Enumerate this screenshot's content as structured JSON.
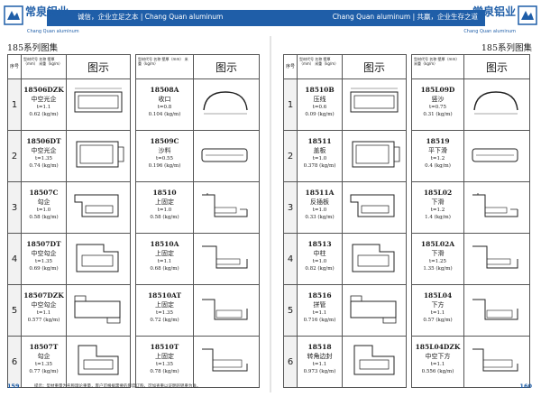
{
  "header": {
    "logo_cn": "常泉铝业",
    "logo_en": "Chang Quan aluminum",
    "left_slogan": "诚信，企业立足之本 | Chang Quan aluminum",
    "right_slogan": "Chang Quan aluminum | 共赢，企业生存之道"
  },
  "series_title": "185系列图集",
  "table_header": {
    "no": "序号",
    "info": "型材代号 名称 壁厚（mm） 米重（kg/m）",
    "drawing": "图示"
  },
  "pages": [
    {
      "page_number": "159",
      "footnote": "提示：型材重量为名称理论重量，客户可根据需要的厚度订购，可加查重以证明的铝重为准。",
      "columns": [
        [
          {
            "no": "1",
            "code": "18506DZK",
            "name": "中空光企",
            "t": "t=1.1",
            "w": "0.62 (kg/m)"
          },
          {
            "no": "2",
            "code": "18506DT",
            "name": "中空光企",
            "t": "t=1.35",
            "w": "0.74 (kg/m)"
          },
          {
            "no": "3",
            "code": "18507C",
            "name": "勾企",
            "t": "t=1.0",
            "w": "0.58 (kg/m)"
          },
          {
            "no": "4",
            "code": "18507DT",
            "name": "中空勾企",
            "t": "t=1.35",
            "w": "0.69 (kg/m)"
          },
          {
            "no": "5",
            "code": "18507DZK",
            "name": "中空勾企",
            "t": "t=1.1",
            "w": "0.577 (kg/m)"
          },
          {
            "no": "6",
            "code": "18507T",
            "name": "勾企",
            "t": "t=1.35",
            "w": "0.77 (kg/m)"
          }
        ],
        [
          {
            "code": "18508A",
            "name": "收口",
            "t": "t=0.8",
            "w": "0.104 (kg/m)"
          },
          {
            "code": "18509C",
            "name": "沙料",
            "t": "t=0.55",
            "w": "0.196 (kg/m)"
          },
          {
            "code": "18510",
            "name": "上固定",
            "t": "t=1.0",
            "w": "0.58 (kg/m)"
          },
          {
            "code": "18510A",
            "name": "上固定",
            "t": "t=1.1",
            "w": "0.68 (kg/m)"
          },
          {
            "code": "18510AT",
            "name": "上固定",
            "t": "t=1.35",
            "w": "0.72 (kg/m)"
          },
          {
            "code": "18510T",
            "name": "上固定",
            "t": "t=1.35",
            "w": "0.78 (kg/m)"
          }
        ]
      ]
    },
    {
      "page_number": "160",
      "columns": [
        [
          {
            "no": "1",
            "code": "18510B",
            "name": "压线",
            "t": "t=0.6",
            "w": "0.09 (kg/m)"
          },
          {
            "no": "2",
            "code": "18511",
            "name": "盖板",
            "t": "t=1.0",
            "w": "0.378 (kg/m)"
          },
          {
            "no": "3",
            "code": "18511A",
            "name": "反插板",
            "t": "t=1.0",
            "w": "0.33 (kg/m)"
          },
          {
            "no": "4",
            "code": "18513",
            "name": "中柱",
            "t": "t=1.0",
            "w": "0.82 (kg/m)"
          },
          {
            "no": "5",
            "code": "18516",
            "name": "拼管",
            "t": "t=1.1",
            "w": "0.716 (kg/m)"
          },
          {
            "no": "6",
            "code": "18518",
            "name": "转角边封",
            "t": "t=1.1",
            "w": "0.973 (kg/m)"
          }
        ],
        [
          {
            "code": "185L09D",
            "name": "竖沙",
            "t": "t=0.75",
            "w": "0.31 (kg/m)"
          },
          {
            "code": "18519",
            "name": "平下滑",
            "t": "t=1.2",
            "w": "0.4 (kg/m)"
          },
          {
            "code": "185L02",
            "name": "下滑",
            "t": "t=1.2",
            "w": "1.4 (kg/m)"
          },
          {
            "code": "185L02A",
            "name": "下滑",
            "t": "t=1.25",
            "w": "1.35 (kg/m)"
          },
          {
            "code": "185L04",
            "name": "下方",
            "t": "t=1.1",
            "w": "0.57 (kg/m)"
          },
          {
            "code": "185L04DZK",
            "name": "中空下方",
            "t": "t=1.1",
            "w": "0.556 (kg/m)"
          }
        ]
      ]
    }
  ]
}
